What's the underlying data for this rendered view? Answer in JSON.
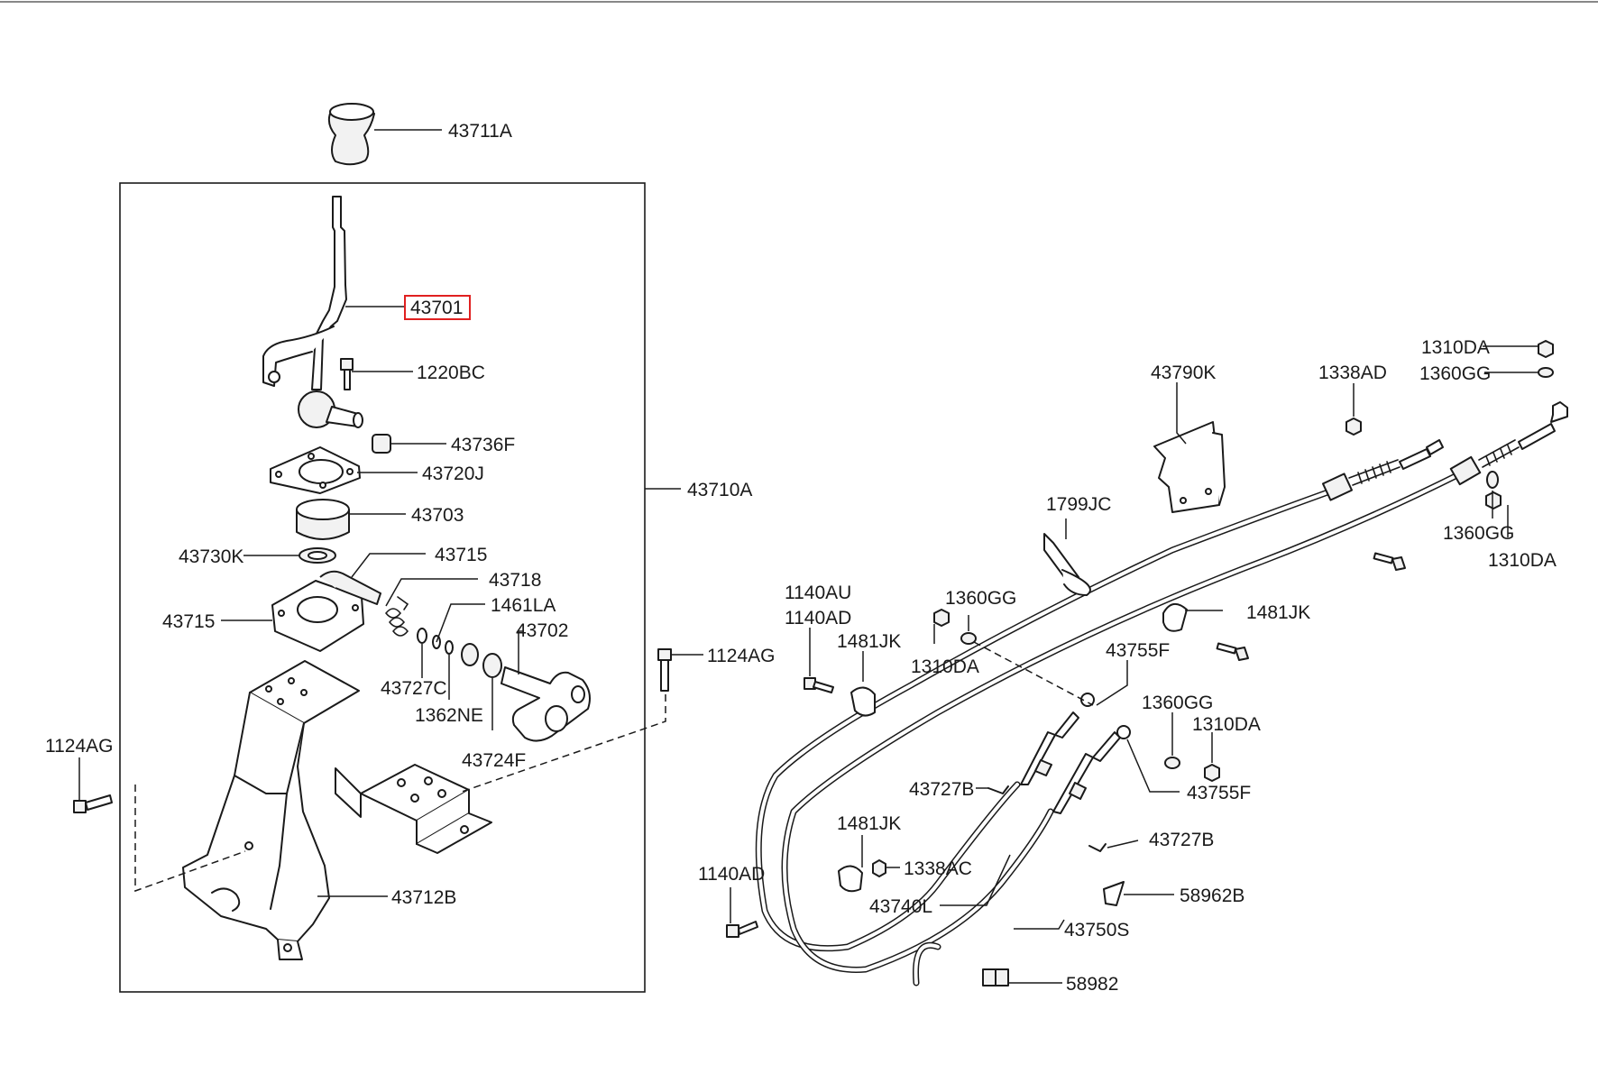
{
  "diagram": {
    "highlighted_part": "43701",
    "highlight_color": "#e02020",
    "line_color": "#1a1a1a",
    "labels": {
      "p43711A": "43711A",
      "p43701": "43701",
      "p1220BC": "1220BC",
      "p43736F": "43736F",
      "p43720J": "43720J",
      "p43703": "43703",
      "p43730K": "43730K",
      "p43715_top": "43715",
      "p43718": "43718",
      "p1461LA": "1461LA",
      "p43715": "43715",
      "p43702": "43702",
      "p43727C": "43727C",
      "p1362NE": "1362NE",
      "p43724F": "43724F",
      "p43710A": "43710A",
      "p1124AG_right": "1124AG",
      "p1124AG_left": "1124AG",
      "p43712B": "43712B",
      "p43790K": "43790K",
      "p1338AD": "1338AD",
      "p1310DA_top": "1310DA",
      "p1360GG_top": "1360GG",
      "p1799JC": "1799JC",
      "p1360GG_right": "1360GG",
      "p1310DA_right": "1310DA",
      "p1140AU": "1140AU",
      "p1140AD_mid": "1140AD",
      "p1360GG_mid": "1360GG",
      "p1481JK_mid": "1481JK",
      "p1310DA_mid": "1310DA",
      "p1481JK_right": "1481JK",
      "p43755F_top": "43755F",
      "p1360GG_low": "1360GG",
      "p1310DA_low": "1310DA",
      "p43727B_left": "43727B",
      "p43755F_low": "43755F",
      "p1481JK_low": "1481JK",
      "p1338AC": "1338AC",
      "p43727B_right": "43727B",
      "p1140AD_low": "1140AD",
      "p43740L": "43740L",
      "p58962B": "58962B",
      "p43750S": "43750S",
      "p58982": "58982"
    }
  }
}
